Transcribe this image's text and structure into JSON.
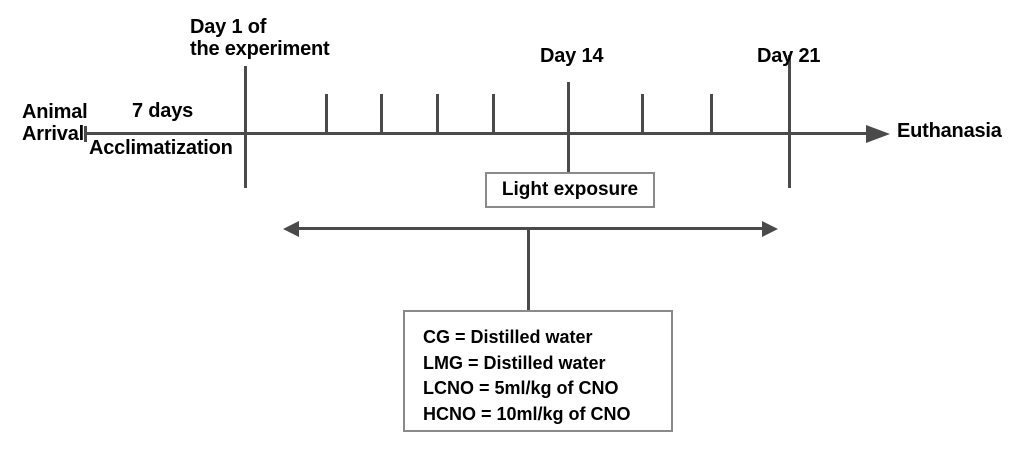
{
  "diagram": {
    "title": "Experimental timeline",
    "axis": {
      "start_label": "Animal\nArrival",
      "end_label": "Euthanasia",
      "line_color": "#4a4a4a"
    },
    "phases": [
      {
        "id": "acclimatization",
        "duration_label": "7 days",
        "name_label": "Acclimatization"
      }
    ],
    "milestones": [
      {
        "id": "day1",
        "label": "Day 1 of\nthe experiment",
        "day": 1
      },
      {
        "id": "day14",
        "label": "Day 14",
        "day": 14
      },
      {
        "id": "day21",
        "label": "Day 21",
        "day": 21
      }
    ],
    "light_exposure": {
      "label": "Light exposure"
    },
    "treatment_box": {
      "lines": [
        "CG = Distilled water",
        "LMG = Distilled water",
        "LCNO = 5ml/kg of CNO",
        "HCNO = 10ml/kg of CNO"
      ]
    }
  }
}
